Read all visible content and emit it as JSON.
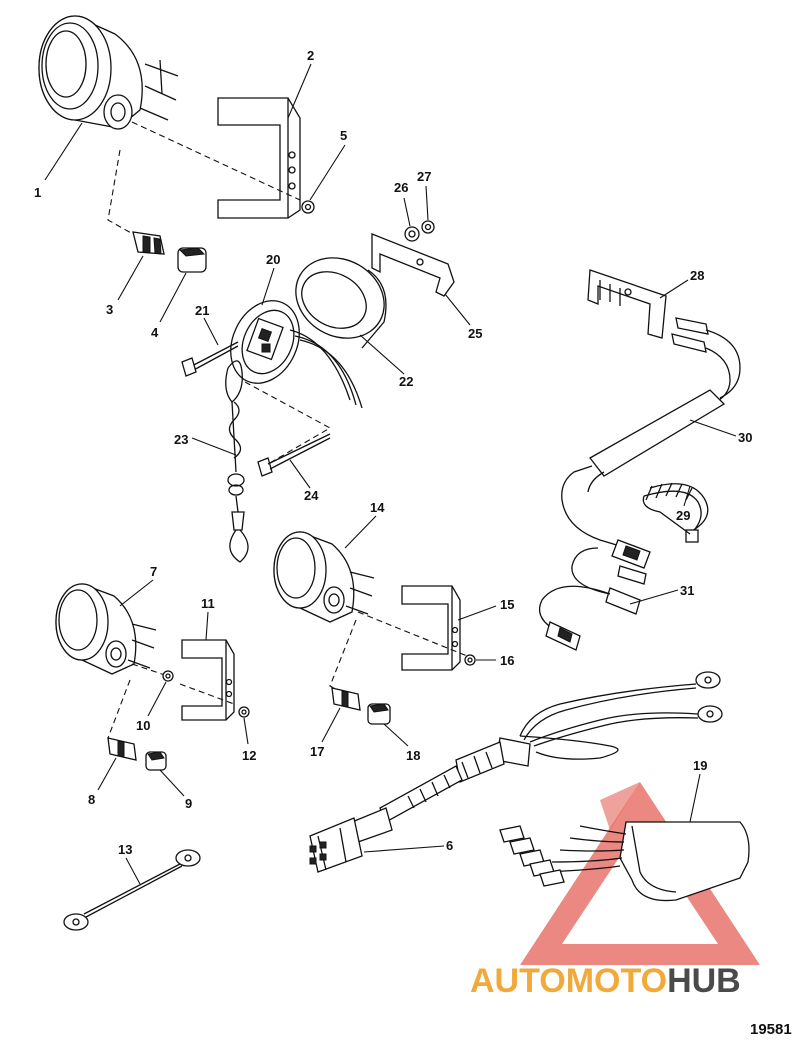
{
  "figure_number": "19581",
  "watermark": {
    "brand_prefix": "AUTOMOTO",
    "brand_suffix": "HUB",
    "colors": {
      "prefix": "#f2a93b",
      "suffix": "#4a4a4a",
      "triangle": "#e0463c"
    }
  },
  "parts": {
    "p1": "1",
    "p2": "2",
    "p3": "3",
    "p4": "4",
    "p5": "5",
    "p6": "6",
    "p7": "7",
    "p8": "8",
    "p9": "9",
    "p10": "10",
    "p11": "11",
    "p12": "12",
    "p13": "13",
    "p14": "14",
    "p15": "15",
    "p16": "16",
    "p17": "17",
    "p18": "18",
    "p19": "19",
    "p20": "20",
    "p21": "21",
    "p22": "22",
    "p23": "23",
    "p24": "24",
    "p25": "25",
    "p26": "26",
    "p27": "27",
    "p28": "28",
    "p29": "29",
    "p30": "30",
    "p31": "31"
  }
}
